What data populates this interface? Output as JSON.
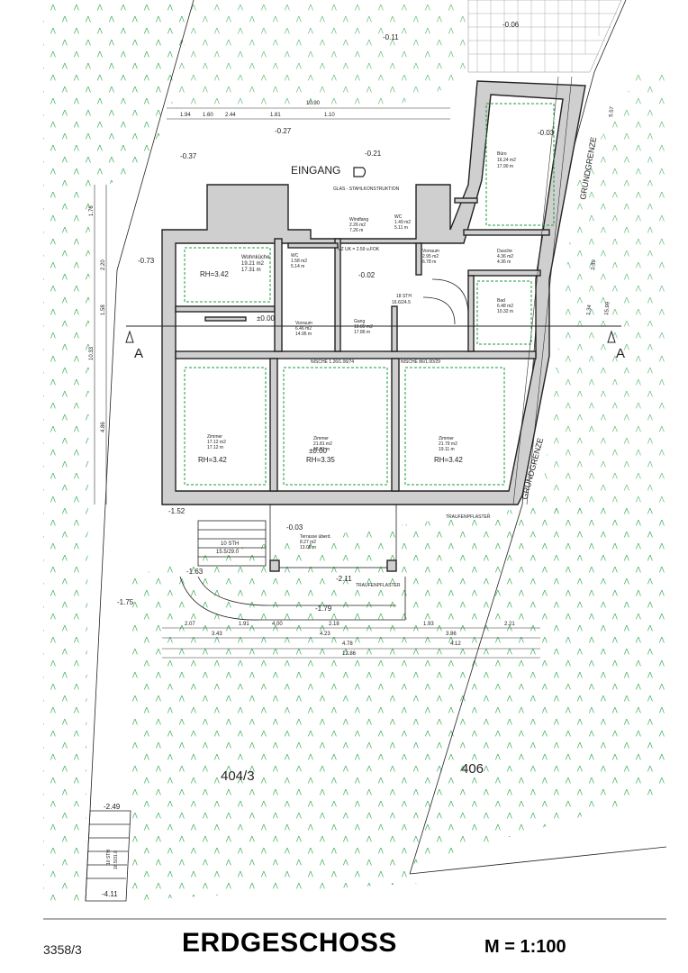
{
  "plan": {
    "title": "ERDGESCHOSS",
    "scale": "M = 1:100",
    "parcel_ref": "3358/3",
    "parcels": [
      "404/3",
      "406"
    ],
    "entrance": "EINGANG",
    "boundary_label": "GRUNDGRENZE",
    "section_mark": "A",
    "colors": {
      "accent_green": "#1a9c3a",
      "wall": "#cfcfcf",
      "ink": "#222222"
    },
    "rooms": [
      {
        "name": "Wohnküche",
        "area": "19.21 m2",
        "perimeter": "17.31 m"
      },
      {
        "name": "Windfang",
        "area": "2.26 m2",
        "perimeter": "7.26 m"
      },
      {
        "name": "WC",
        "area": "1.49 m2",
        "perimeter": "5.11 m"
      },
      {
        "name": "WC",
        "area": "1.58 m2",
        "perimeter": "5.14 m"
      },
      {
        "name": "Vorraum",
        "area": "6.46 m2",
        "perimeter": "14.95 m"
      },
      {
        "name": "Gang",
        "area": "10.89 m2",
        "perimeter": "17.86 m"
      },
      {
        "name": "Vorraum",
        "area": "2.95 m2",
        "perimeter": "6.78 m"
      },
      {
        "name": "Dusche",
        "area": "4.36 m2",
        "perimeter": "4.36 m"
      },
      {
        "name": "Bad",
        "area": "6.48 m2",
        "perimeter": "10.32 m"
      },
      {
        "name": "Büro",
        "area": "16.24 m2",
        "perimeter": "17.90 m"
      },
      {
        "name": "Zimmer",
        "area": "17.12 m2",
        "perimeter": "17.12 m"
      },
      {
        "name": "Zimmer",
        "area": "21.81 m2",
        "perimeter": "18.81 m"
      },
      {
        "name": "Zimmer",
        "area": "21.79 m2",
        "perimeter": "19.11 m"
      },
      {
        "name": "Terrasse überd.",
        "area": "8.27 m2",
        "perimeter": "13.08 m"
      }
    ],
    "room_heights": [
      "RH=3.42",
      "RH=3.35",
      "RH=3.42",
      "RH=3.42"
    ],
    "levels": [
      "-0.11",
      "-0.27",
      "-0.37",
      "-0.21",
      "-0.06",
      "-0.03",
      "-0.73",
      "-0.02",
      "±0.00",
      "±0.00",
      "-1.52",
      "-1.63",
      "-2.11",
      "-1.79",
      "-1.75",
      "-0.03",
      "-2.49",
      "-4.11"
    ],
    "annotations": {
      "stairs_main": "18 STH",
      "stairs_main_ratio": "16.6/24.5",
      "stairs_terrace": "10 STH",
      "stairs_terrace_ratio": "15.5/29.0",
      "stairs_garden": "10 STH",
      "stairs_garden_ratio": "16.5/31.0",
      "gutter": "TRAUFENPFLASTER",
      "glass": "GLAS - STAHLKONSTRUKTION",
      "nische_1": "NISCHE 1.26/1.06/74",
      "nische_2": "NISCHE 86/1.00/29",
      "uk": "UZ UK = 2.59 u.FOK",
      "dims_top": [
        "10.90",
        "2.44",
        "1.81",
        "1.10",
        "1.60",
        "1.94"
      ],
      "dims_bottom": [
        "2.07",
        "1.91",
        "4.00",
        "2.18",
        "1.93",
        "2.21",
        "3.43",
        "4.23",
        "3.86",
        "4.78",
        "4.12",
        "12.86"
      ],
      "dims_left": [
        "1.76",
        "2.20",
        "1.58",
        "4.86",
        "10.33"
      ],
      "dims_right": [
        "5.57",
        "2.39",
        "1.34",
        "15.99"
      ]
    }
  }
}
